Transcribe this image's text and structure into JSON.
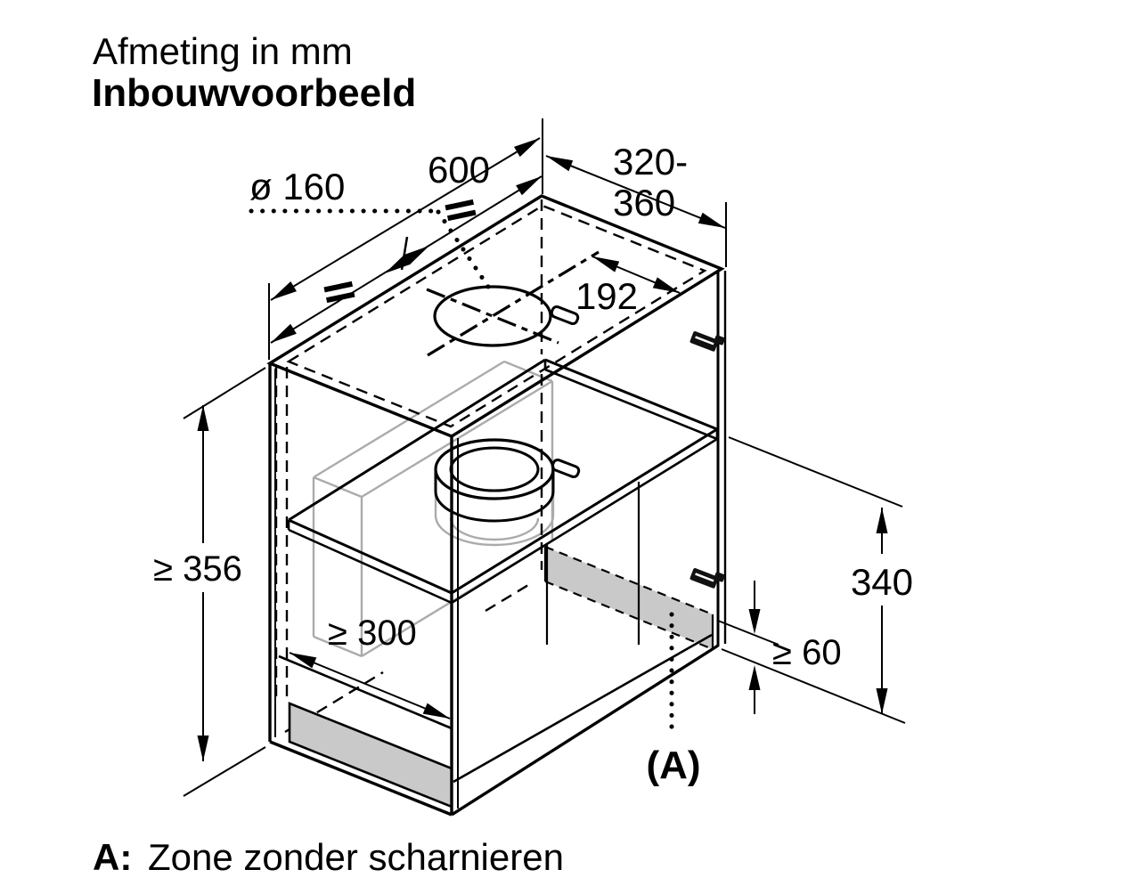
{
  "page": {
    "background": "#ffffff",
    "line_color": "#000000",
    "hidden_line_color": "#ababab",
    "zone_fill": "#c9c9c9"
  },
  "header": {
    "units_note": "Afmeting in mm",
    "title": "Inbouwvoorbeeld"
  },
  "dimensions": {
    "duct_diameter": "ø 160",
    "cabinet_width": "600",
    "cabinet_depth_line1": "320-",
    "cabinet_depth_line2": "360",
    "hole_to_front": "192",
    "niche_height": "≥ 356",
    "niche_depth": "≥ 300",
    "door_height": "340",
    "hinge_free_zone_height": "≥ 60",
    "equal_spacing_left": "=",
    "equal_spacing_right": "=",
    "zone_marker": "(A)"
  },
  "legend": {
    "key": "A:",
    "text": "Zone zonder scharnieren"
  }
}
